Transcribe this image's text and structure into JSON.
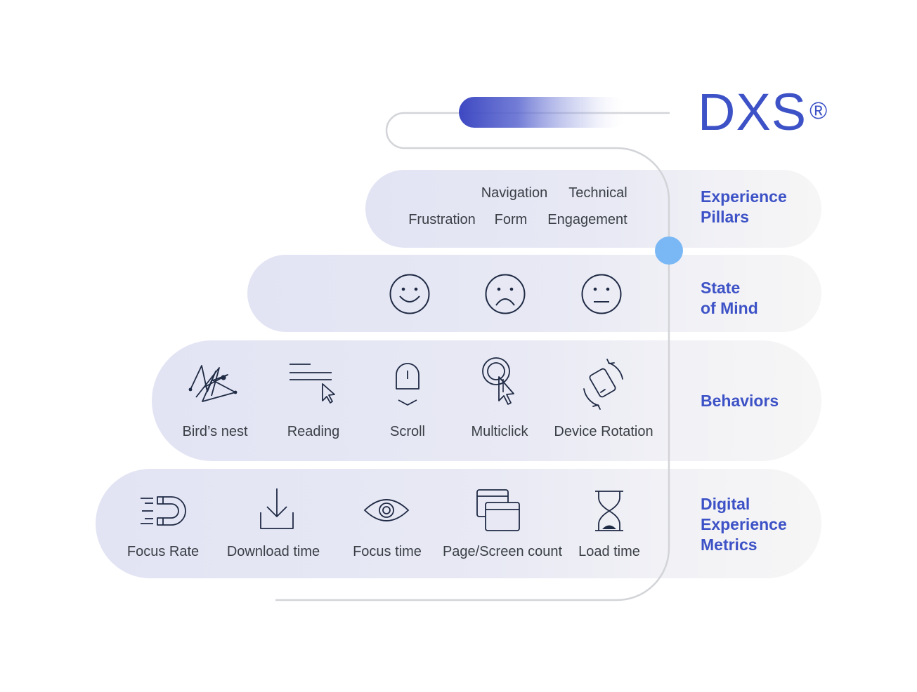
{
  "title": {
    "text": "DXS",
    "mark": "®"
  },
  "layers": {
    "experience_pillars": {
      "label_line1": "Experience",
      "label_line2": "Pillars",
      "items": [
        "Navigation",
        "Technical",
        "Frustration",
        "Form",
        "Engagement"
      ]
    },
    "state_of_mind": {
      "label_line1": "State",
      "label_line2": "of Mind",
      "icons": [
        "happy-face-icon",
        "sad-face-icon",
        "neutral-face-icon"
      ]
    },
    "behaviors": {
      "label": "Behaviors",
      "items": [
        {
          "label": "Bird’s nest",
          "icon": "birds-nest-icon"
        },
        {
          "label": "Reading",
          "icon": "reading-icon"
        },
        {
          "label": "Scroll",
          "icon": "scroll-mouse-icon"
        },
        {
          "label": "Multiclick",
          "icon": "multiclick-icon"
        },
        {
          "label": "Device Rotation",
          "icon": "device-rotation-icon"
        }
      ]
    },
    "metrics": {
      "label_line1": "Digital",
      "label_line2": "Experience",
      "label_line3": "Metrics",
      "items": [
        {
          "label": "Focus Rate",
          "icon": "magnet-icon"
        },
        {
          "label": "Download time",
          "icon": "download-icon"
        },
        {
          "label": "Focus time",
          "icon": "eye-icon"
        },
        {
          "label": "Page/Screen count",
          "icon": "windows-icon"
        },
        {
          "label": "Load time",
          "icon": "hourglass-icon"
        }
      ]
    }
  },
  "colors": {
    "accent": "#3d52c6",
    "text": "#3a3f45",
    "icon_stroke": "#1f2a44",
    "connector_dot": "#7ab8f5",
    "connector_line": "#d2d4d8"
  }
}
